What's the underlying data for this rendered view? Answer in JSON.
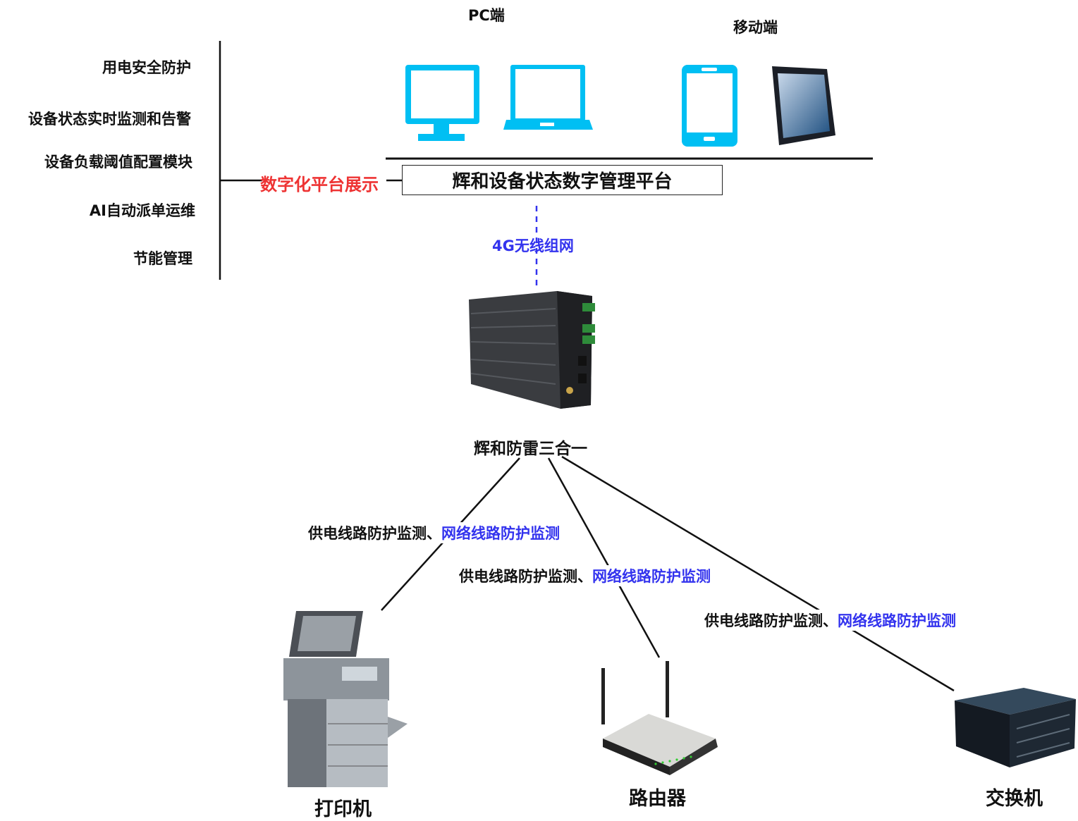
{
  "clients": {
    "pc_label": "PC端",
    "mobile_label": "移动端"
  },
  "features": [
    "用电安全防护",
    "设备状态实时监测和告警",
    "设备负载阈值配置模块",
    "AI自动派单运维",
    "节能管理"
  ],
  "platform": {
    "display_label": "数字化平台展示",
    "title": "辉和设备状态数字管理平台"
  },
  "network_label": "4G无线组网",
  "hub_label": "辉和防雷三合一",
  "links": [
    {
      "power": "供电线路防护监测、",
      "network": "网络线路防护监测"
    },
    {
      "power": "供电线路防护监测、",
      "network": "网络线路防护监测"
    },
    {
      "power": "供电线路防护监测、",
      "network": "网络线路防护监测"
    }
  ],
  "devices": [
    "打印机",
    "路由器",
    "交换机"
  ],
  "colors": {
    "accent_blue": "#3333ee",
    "accent_red": "#ee3333",
    "device_cyan": "#00bff3"
  }
}
